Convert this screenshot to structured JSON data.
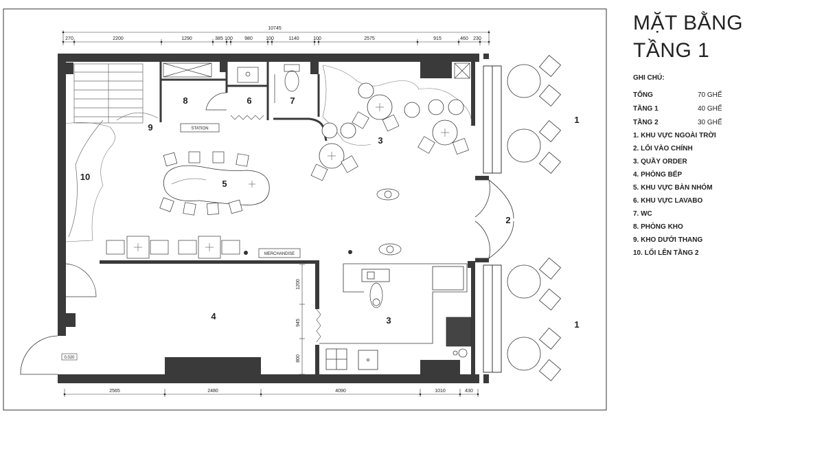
{
  "legend": {
    "title_line1": "MẶT BẰNG",
    "title_line2": "TẦNG 1",
    "notes_heading": "GHI CHÚ:",
    "counts": [
      {
        "label": "TỔNG",
        "value": "70 GHẾ"
      },
      {
        "label": "TẦNG 1",
        "value": "40 GHẾ"
      },
      {
        "label": "TẦNG 2",
        "value": "30 GHẾ"
      }
    ],
    "items": [
      "1. KHU VỰC NGOÀI TRỜI",
      "2. LỐI VÀO CHÍNH",
      "3. QUẦY ORDER",
      "4. PHÒNG BẾP",
      "5. KHU VỰC BÀN NHÓM",
      "6.  KHU VỰC LAVABO",
      "7. WC",
      "8. PHÒNG KHO",
      "9. KHO DƯỚI THANG",
      "10. LỐI LÊN TẦNG 2"
    ]
  },
  "plan": {
    "overall_dim": "10745",
    "top_dims": [
      "270",
      "2200",
      "1290",
      "385",
      "100",
      "980",
      "100",
      "1140",
      "100",
      "2575",
      "915",
      "460",
      "230"
    ],
    "bottom_dims": [
      "2565",
      "2480",
      "4090",
      "1010",
      "430"
    ],
    "side_dims": [
      "1200",
      "945",
      "800"
    ],
    "room_labels": {
      "r1a": "1",
      "r1b": "1",
      "r2": "2",
      "r3a": "3",
      "r3b": "3",
      "r4": "4",
      "r5": "5",
      "r6": "6",
      "r7": "7",
      "r8": "8",
      "r9": "9",
      "r10": "10"
    },
    "station_label": "STATION",
    "merchandise_label": "MERCHANDISE",
    "level_label": "0.020"
  }
}
